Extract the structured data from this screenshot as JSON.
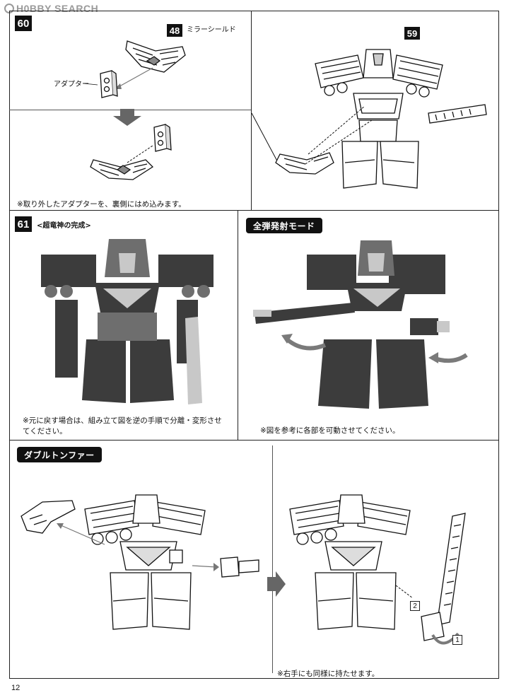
{
  "watermark": {
    "text": "H0BBY SEARCH"
  },
  "page_number": "12",
  "step60": {
    "number": "60",
    "part_number": "48",
    "part_label": "ミラーシールド",
    "adapter_label": "アダプター",
    "note": "※取り外したアダプターを、裏側にはめ込みます。"
  },
  "step59": {
    "number": "59"
  },
  "step61": {
    "number": "61",
    "title": "<超竜神の完成>",
    "note": "※元に戻す場合は、組み立て図を逆の手順で分離・変形させてください。"
  },
  "full_fire": {
    "title": "全弾発射モード",
    "note": "※図を参考に各部を可動させてください。"
  },
  "double_tonfa": {
    "title": "ダブルトンファー",
    "step1": "1",
    "step2": "2",
    "note": "※右手にも同様に持たせます。"
  },
  "colors": {
    "ink": "#111111",
    "photo_dark": "#3c3c3c",
    "photo_mid": "#6e6e6e",
    "photo_light": "#c8c8c8"
  }
}
